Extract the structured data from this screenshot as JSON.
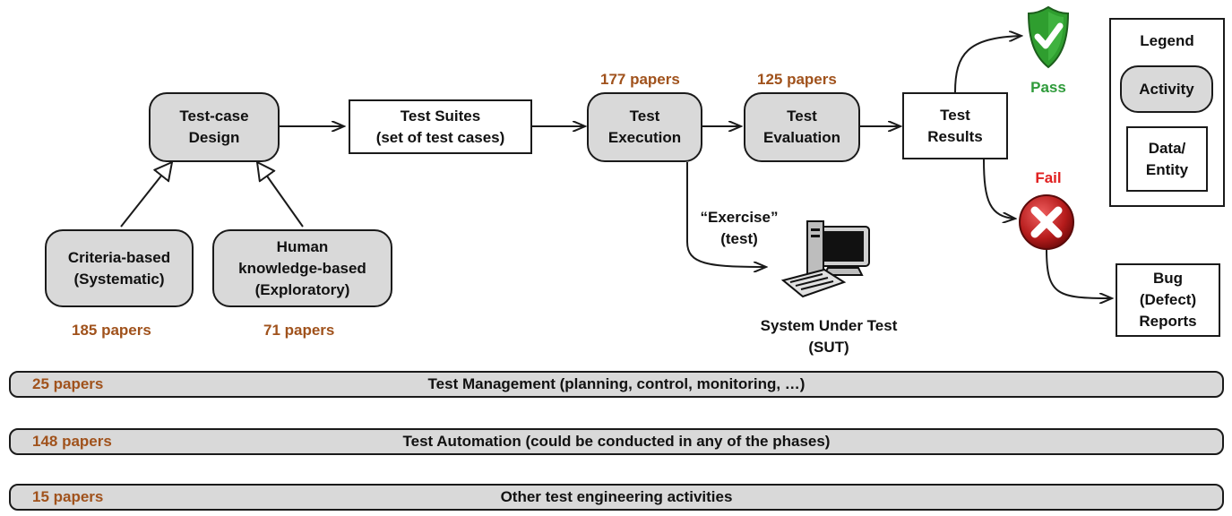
{
  "nodes": {
    "test_case_design": "Test-case\nDesign",
    "test_suites": "Test Suites\n(set of test cases)",
    "test_execution": "Test\nExecution",
    "test_evaluation": "Test\nEvaluation",
    "test_results": "Test\nResults",
    "criteria_based": "Criteria-based\n(Systematic)",
    "human_knowledge": "Human\nknowledge-based\n(Exploratory)",
    "bug_reports": "Bug\n(Defect)\nReports"
  },
  "counts": {
    "execution": "177 papers",
    "evaluation": "125 papers",
    "criteria": "185 papers",
    "human": "71 papers"
  },
  "labels": {
    "exercise": "“Exercise”\n(test)",
    "sut": "System Under Test\n(SUT)",
    "pass": "Pass",
    "fail": "Fail"
  },
  "legend": {
    "title": "Legend",
    "activity": "Activity",
    "data_entity": "Data/\nEntity"
  },
  "bars": [
    {
      "count": "25 papers",
      "title": "Test Management (planning, control, monitoring, …)"
    },
    {
      "count": "148 papers",
      "title": "Test Automation (could be conducted in any of the phases)"
    },
    {
      "count": "15 papers",
      "title": "Other test engineering activities"
    }
  ],
  "colors": {
    "activity_fill": "#d9d9d9",
    "count_text": "#a0521c",
    "pass_green": "#2e9b3a",
    "fail_red": "#e02020"
  },
  "icons": [
    "shield-check-icon",
    "fail-x-icon",
    "computer-icon"
  ]
}
